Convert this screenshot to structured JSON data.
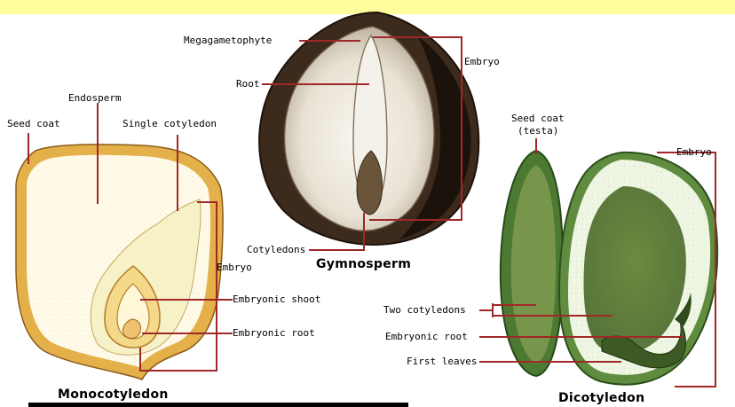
{
  "gymnosperm": {
    "title": "Gymnosperm",
    "megagametophyte": "Megagametophyte",
    "root": "Root",
    "embryo": "Embryo",
    "cotyledons": "Cotyledons"
  },
  "monocot": {
    "title": "Monocotyledon",
    "endosperm": "Endosperm",
    "seed_coat": "Seed coat",
    "single_cotyledon": "Single cotyledon",
    "embryo": "Embryo",
    "embryonic_shoot": "Embryonic shoot",
    "embryonic_root": "Embryonic root"
  },
  "dicot": {
    "title": "Dicotyledon",
    "seed_coat_line1": "Seed coat",
    "seed_coat_line2": "(testa)",
    "embryo": "Embryo",
    "two_cotyledons": "Two cotyledons",
    "embryonic_root": "Embryonic root",
    "first_leaves": "First leaves"
  },
  "colors": {
    "header_bar": "#fefe9c",
    "leader_lines": "#a02828",
    "seed_coat_mono": "#e3b04a",
    "endosperm": "#fffbe8",
    "gymno_coat": "#3c2a1c",
    "dicot_green": "#4f7c34"
  }
}
